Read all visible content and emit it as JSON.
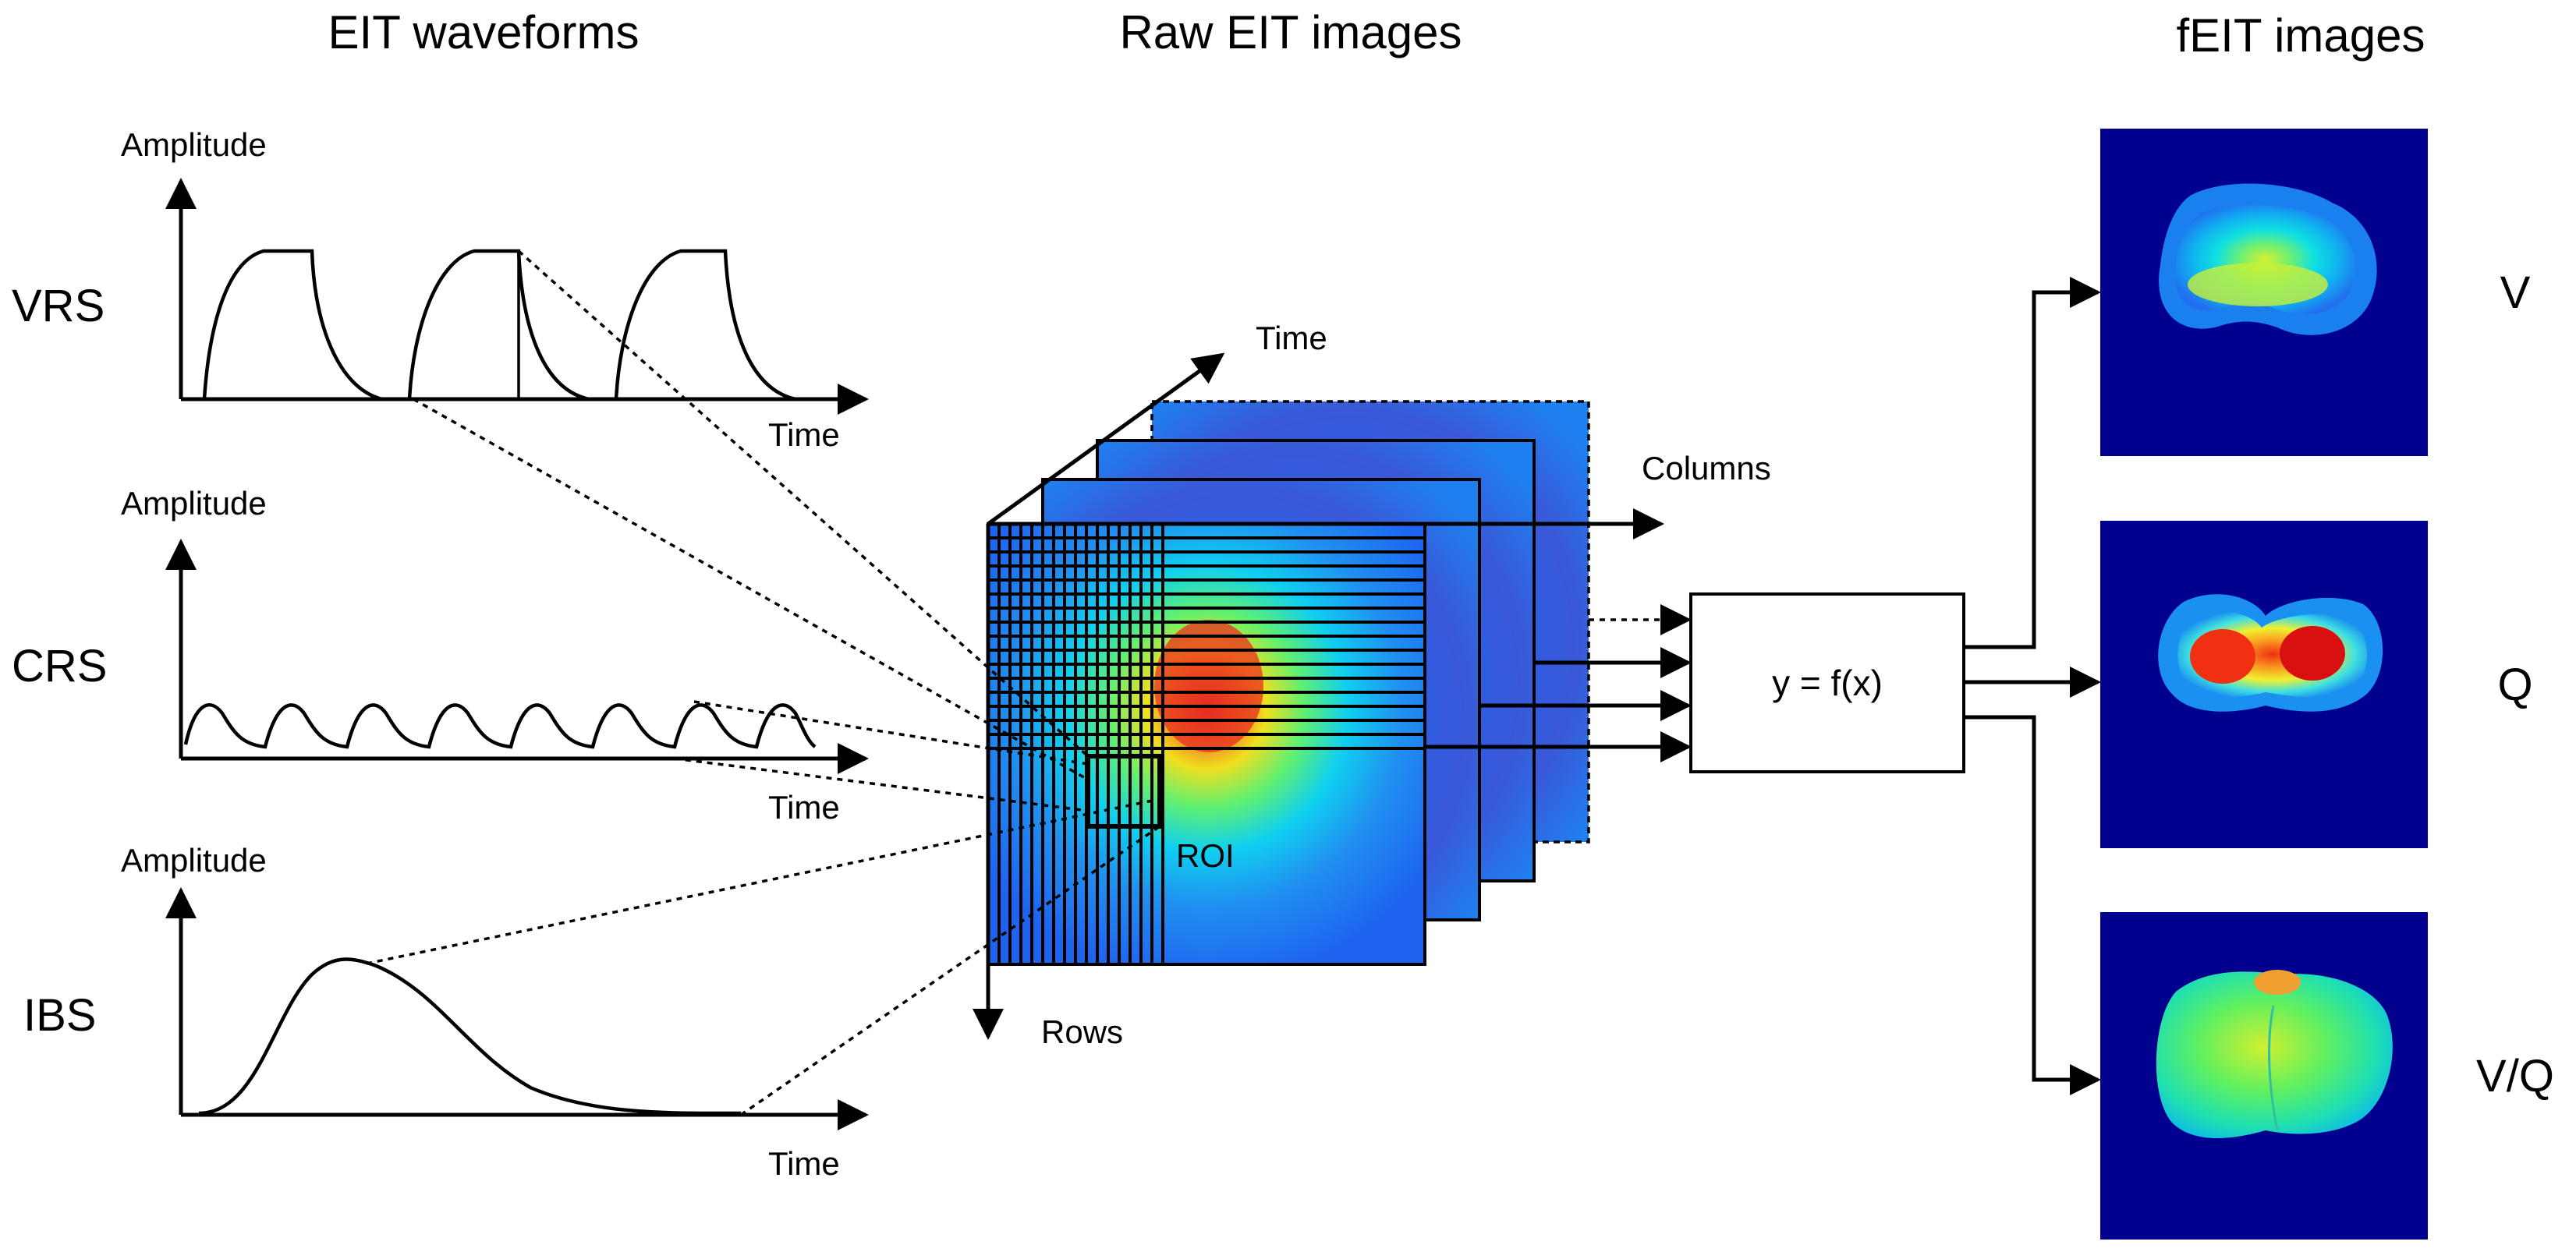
{
  "headers": {
    "waveforms": "EIT waveforms",
    "raw": "Raw EIT images",
    "feit": "fEIT images"
  },
  "panels": [
    {
      "signal": "VRS",
      "y_axis": "Amplitude",
      "x_axis": "Time"
    },
    {
      "signal": "CRS",
      "y_axis": "Amplitude",
      "x_axis": "Time"
    },
    {
      "signal": "IBS",
      "y_axis": "Amplitude",
      "x_axis": "Time"
    }
  ],
  "stack": {
    "time_label": "Time",
    "columns_label": "Columns",
    "rows_label": "Rows",
    "roi_label": "ROI"
  },
  "function_box": {
    "label": "y = f(x)"
  },
  "outputs": [
    {
      "label": "V",
      "image": "ventilation-map"
    },
    {
      "label": "Q",
      "image": "perfusion-map"
    },
    {
      "label": "V/Q",
      "image": "vq-ratio-map"
    }
  ],
  "colors": {
    "background_dark_blue": "#00008f",
    "image_blue": "#1e64f0",
    "cyan": "#00e6ff",
    "green": "#50f070",
    "yellow": "#f5f000",
    "red": "#e01010"
  }
}
